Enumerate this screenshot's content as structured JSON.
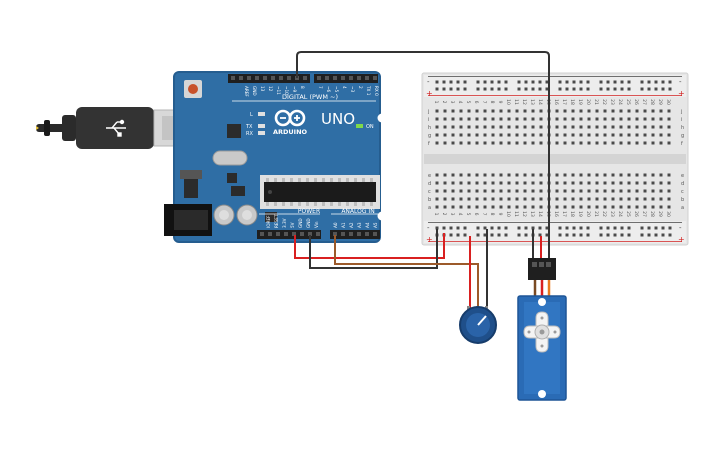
{
  "arduino": {
    "brand": "ARDUINO",
    "model": "UNO",
    "digital_label": "DIGITAL (PWM ~)",
    "power_label": "POWER",
    "analog_label": "ANALOG IN",
    "on_label": "ON",
    "l_label": "L",
    "tx_label": "TX",
    "rx_label": "RX",
    "top_pin_labels": [
      "AREF",
      "GND",
      "13",
      "12",
      "~11",
      "~10",
      "~9",
      "8",
      "7",
      "~6",
      "~5",
      "4",
      "~3",
      "2",
      "TX 1",
      "RX 0"
    ],
    "power_pin_labels": [
      "IOREF",
      "RESET",
      "3.3V",
      "5V",
      "GND",
      "GND",
      "Vin"
    ],
    "analog_pin_labels": [
      "A0",
      "A1",
      "A2",
      "A3",
      "A4",
      "A5"
    ]
  },
  "breadboard": {
    "column_numbers": [
      "1",
      "2",
      "3",
      "4",
      "5",
      "6",
      "7",
      "8",
      "9",
      "10",
      "11",
      "12",
      "13",
      "14",
      "15",
      "16",
      "17",
      "18",
      "19",
      "20",
      "21",
      "22",
      "23",
      "24",
      "25",
      "26",
      "27",
      "28",
      "29",
      "30"
    ],
    "row_letters_top": [
      "j",
      "i",
      "h",
      "g",
      "f"
    ],
    "row_letters_bottom": [
      "e",
      "d",
      "c",
      "b",
      "a"
    ],
    "rail_plus": "+",
    "rail_minus": "-"
  },
  "colors": {
    "board": "#2f6ea5",
    "board_edge": "#255d8f",
    "breadboard": "#e6e6e6",
    "wire_red": "#d92020",
    "wire_black": "#333333",
    "wire_brown": "#9c5a2a",
    "wire_orange": "#e87a1e",
    "servo": "#2a6bb5",
    "pot_knob": "#1f4f8a"
  }
}
